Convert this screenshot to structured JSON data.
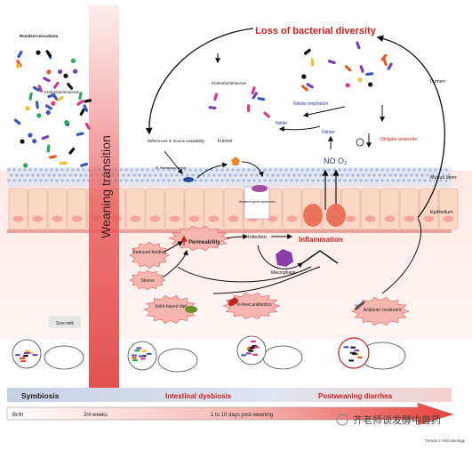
{
  "labels": {
    "resident_microbiota": "Resident microbiota",
    "enterobacteriaceae_left": "Enterobacteriaceae",
    "weaning_transition": "Weaning transition",
    "loss_of_diversity": "Loss of bacterial diversity",
    "enterobacteriaceae_top": "Enterobacteriaceae",
    "nitrate_respiration": "Nitrate respiration",
    "nitrite": "Nitrite",
    "nitrate": "Nitrate",
    "obligate_anaerobe": "Obligate anaerobe",
    "no_o2": "NO  O₂",
    "lumen": "Lumen",
    "mucus_layer": "Mucus layer",
    "epithelium": "Epithelium",
    "differences_mucus": "Differences in mucus availability",
    "fucose": "Fucose",
    "b_thetaiotaomicron": "B. thetaiotaomicron",
    "virulence_gene": "Virulence gene expression",
    "permeability": "Permeability",
    "infection": "Infection",
    "inflammation": "Inflammation",
    "reduced_feeding": "Reduced feeding",
    "stress": "Stress",
    "macrophage": "Macrophage",
    "solid_based_diet": "Solid-based diet",
    "in_feed_antibiotics": "In-feed antibiotics",
    "antibiotic_treatment": "Antibiotic treatment",
    "sow_milk": "Sow milk"
  },
  "stages": {
    "symbiosis": "Symbiosis",
    "intestinal_dysbiosis": "Intestinal dysbiosis",
    "postweaning_diarrhea": "Postweaning diarrhea"
  },
  "timeline": {
    "birth": "Birth",
    "weeks": "3/4 weeks",
    "post_weaning": "1 to 10 days post-weaning"
  },
  "watermark": "齐老师谈发酵中兽药",
  "journal": "Trends in Microbiology",
  "colors": {
    "red_title": "#cc1f1f",
    "band_red": "#e8585a",
    "lumen_bg": "#ffffff",
    "tissue_bg": "#fde3de",
    "cell_fill": "#fbd9c8",
    "bar_blue": "#b8c4dc"
  }
}
